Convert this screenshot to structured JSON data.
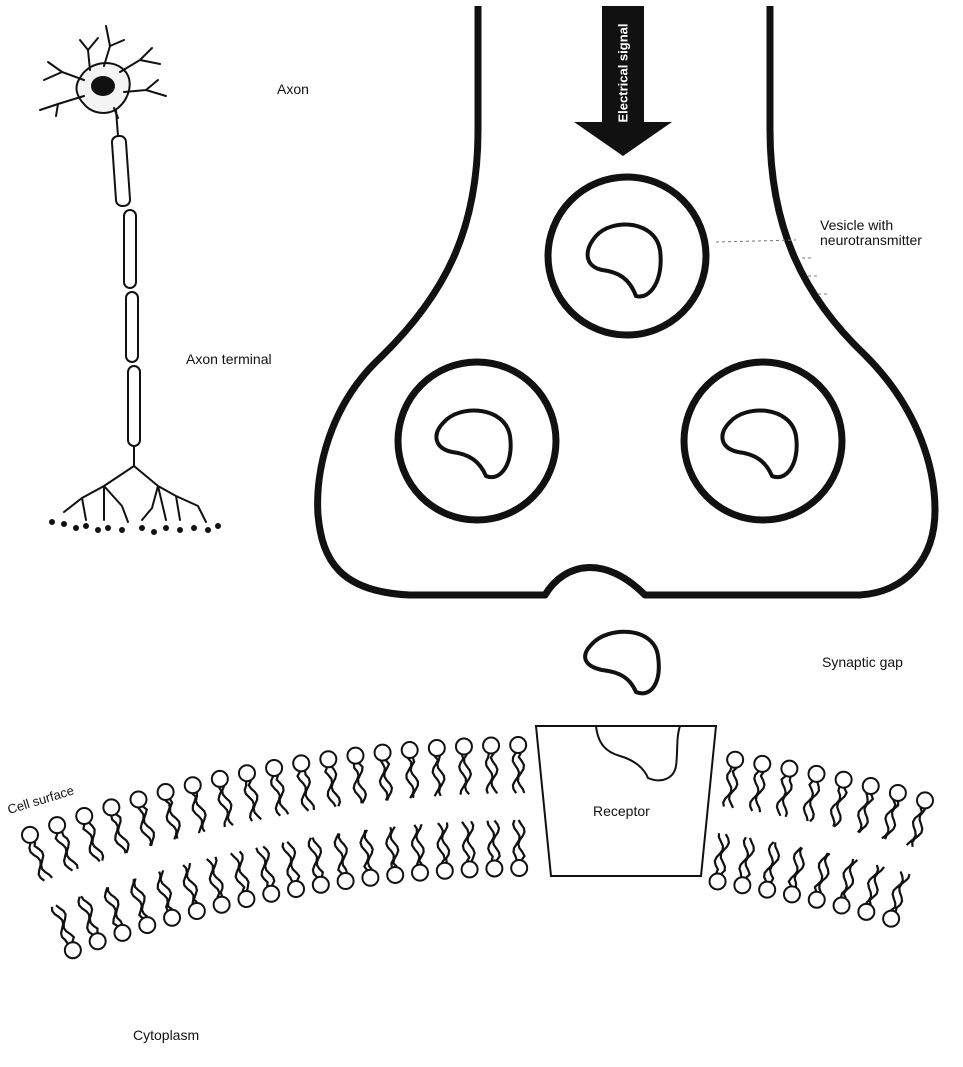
{
  "labels": {
    "axon": "Axon",
    "axon_terminal": "Axon terminal",
    "electrical_signal": "Electrical signal",
    "vesicle_line1": "Vesicle with",
    "vesicle_line2": "neurotransmitter",
    "synaptic_gap": "Synaptic gap",
    "receptor": "Receptor",
    "cell_surface": "Cell surface",
    "cytoplasm": "Cytoplasm"
  },
  "colors": {
    "ink": "#111111",
    "background": "#ffffff"
  },
  "icons": {
    "arrow": "down-arrow-icon",
    "neuron": "neuron-illustration",
    "lipid": "phospholipid-icon"
  }
}
